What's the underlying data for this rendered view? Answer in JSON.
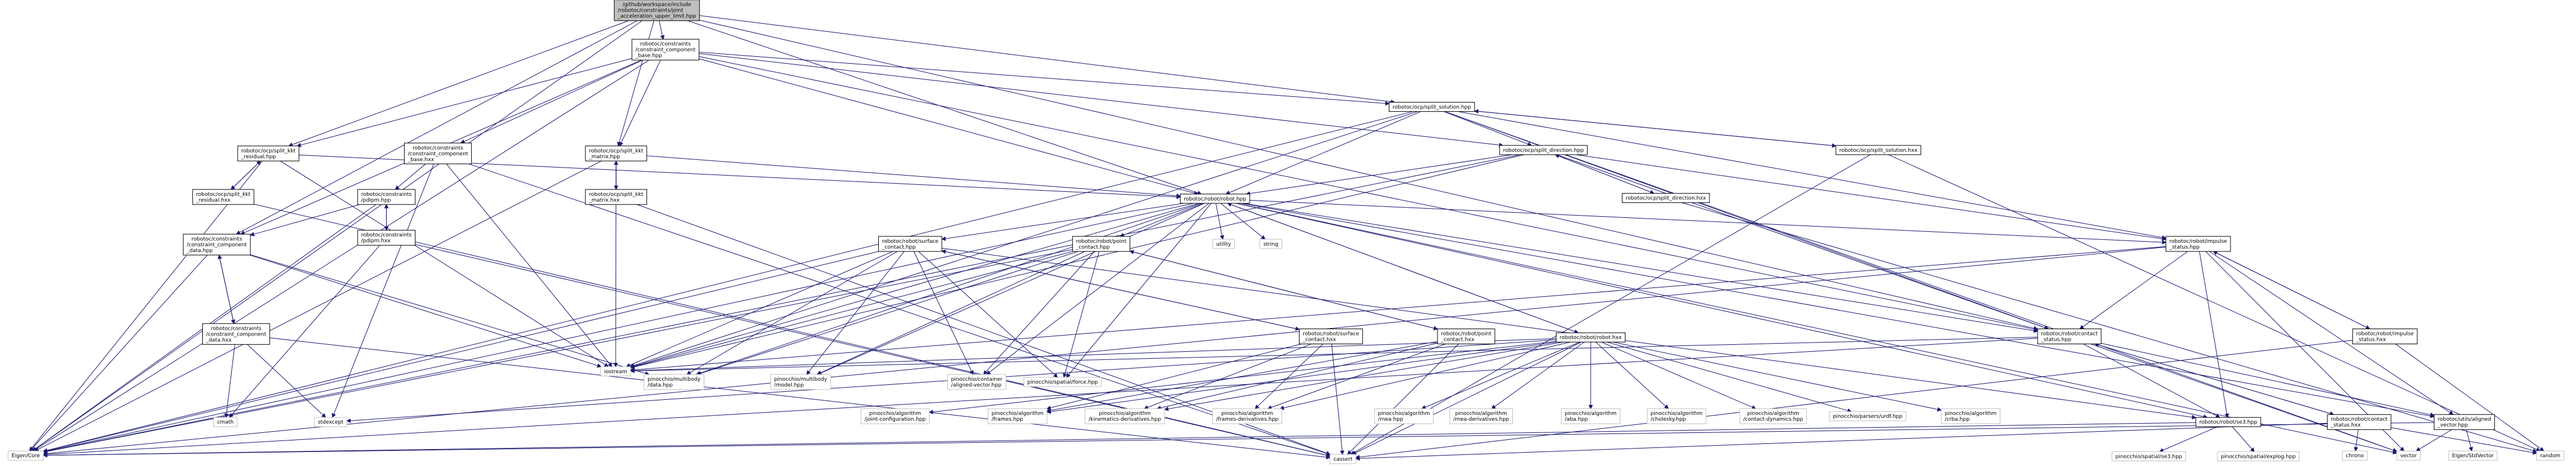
{
  "graph": {
    "colors": {
      "edge": "#191970",
      "box_border": "#000000",
      "box_fill": "#ffffff",
      "root_fill": "#bfbfbf",
      "external_border": "#bfbfbf",
      "external_text": "#404040"
    },
    "nodes": [
      {
        "id": "root",
        "lines": [
          "/github/workspace/include",
          "/robotoc/constraints/joint",
          "_acceleration_upper_limit.hpp"
        ],
        "kind": "root"
      },
      {
        "id": "ccb_hpp",
        "lines": [
          "robotoc/constraints",
          "/constraint_component",
          "_base.hpp"
        ],
        "kind": "local"
      },
      {
        "id": "split_solution_hpp",
        "lines": [
          "robotoc/ocp/split_solution.hpp"
        ],
        "kind": "local"
      },
      {
        "id": "split_solution_hxx",
        "lines": [
          "robotoc/ocp/split_solution.hxx"
        ],
        "kind": "local"
      },
      {
        "id": "split_direction_hpp",
        "lines": [
          "robotoc/ocp/split_direction.hpp"
        ],
        "kind": "local"
      },
      {
        "id": "split_direction_hxx",
        "lines": [
          "robotoc/ocp/split_direction.hxx"
        ],
        "kind": "local"
      },
      {
        "id": "kkt_residual_hpp",
        "lines": [
          "robotoc/ocp/split_kkt",
          "_residual.hpp"
        ],
        "kind": "local"
      },
      {
        "id": "kkt_residual_hxx",
        "lines": [
          "robotoc/ocp/split_kkt",
          "_residual.hxx"
        ],
        "kind": "local"
      },
      {
        "id": "ccb_hxx",
        "lines": [
          "robotoc/constraints",
          "/constraint_component",
          "_base.hxx"
        ],
        "kind": "local"
      },
      {
        "id": "kkt_matrix_hpp",
        "lines": [
          "robotoc/ocp/split_kkt",
          "_matrix.hpp"
        ],
        "kind": "local"
      },
      {
        "id": "kkt_matrix_hxx",
        "lines": [
          "robotoc/ocp/split_kkt",
          "_matrix.hxx"
        ],
        "kind": "local"
      },
      {
        "id": "robot_hpp",
        "lines": [
          "robotoc/robot/robot.hpp"
        ],
        "kind": "local"
      },
      {
        "id": "pdipm_hpp",
        "lines": [
          "robotoc/constraints",
          "/pdipm.hpp"
        ],
        "kind": "local"
      },
      {
        "id": "pdipm_hxx",
        "lines": [
          "robotoc/constraints",
          "/pdipm.hxx"
        ],
        "kind": "local"
      },
      {
        "id": "ccd_hpp",
        "lines": [
          "robotoc/constraints",
          "/constraint_component",
          "_data.hpp"
        ],
        "kind": "local"
      },
      {
        "id": "ccd_hxx",
        "lines": [
          "robotoc/constraints",
          "/constraint_component",
          "_data.hxx"
        ],
        "kind": "local"
      },
      {
        "id": "surface_contact_hpp",
        "lines": [
          "robotoc/robot/surface",
          "_contact.hpp"
        ],
        "kind": "local"
      },
      {
        "id": "point_contact_hpp",
        "lines": [
          "robotoc/robot/point",
          "_contact.hpp"
        ],
        "kind": "local"
      },
      {
        "id": "surface_contact_hxx",
        "lines": [
          "robotoc/robot/surface",
          "_contact.hxx"
        ],
        "kind": "local"
      },
      {
        "id": "point_contact_hxx",
        "lines": [
          "robotoc/robot/point",
          "_contact.hxx"
        ],
        "kind": "local"
      },
      {
        "id": "robot_hxx",
        "lines": [
          "robotoc/robot/robot.hxx"
        ],
        "kind": "local"
      },
      {
        "id": "impulse_status_hpp",
        "lines": [
          "robotoc/robot/impulse",
          "_status.hpp"
        ],
        "kind": "local"
      },
      {
        "id": "impulse_status_hxx",
        "lines": [
          "robotoc/robot/impulse",
          "_status.hxx"
        ],
        "kind": "local"
      },
      {
        "id": "contact_status_hpp",
        "lines": [
          "robotoc/robot/contact",
          "_status.hpp"
        ],
        "kind": "local"
      },
      {
        "id": "contact_status_hxx",
        "lines": [
          "robotoc/robot/contact",
          "_status.hxx"
        ],
        "kind": "local"
      },
      {
        "id": "se3_hpp",
        "lines": [
          "robotoc/robot/se3.hpp"
        ],
        "kind": "local"
      },
      {
        "id": "aligned_vector_hpp",
        "lines": [
          "robotoc/utils/aligned",
          "_vector.hpp"
        ],
        "kind": "local"
      },
      {
        "id": "utility",
        "lines": [
          "utility"
        ],
        "kind": "external"
      },
      {
        "id": "string",
        "lines": [
          "string"
        ],
        "kind": "external"
      },
      {
        "id": "cmath",
        "lines": [
          "cmath"
        ],
        "kind": "external"
      },
      {
        "id": "stdexcept",
        "lines": [
          "stdexcept"
        ],
        "kind": "external"
      },
      {
        "id": "iostream",
        "lines": [
          "iostream"
        ],
        "kind": "external"
      },
      {
        "id": "eigen_core",
        "lines": [
          "Eigen/Core"
        ],
        "kind": "external"
      },
      {
        "id": "cassert",
        "lines": [
          "cassert"
        ],
        "kind": "external"
      },
      {
        "id": "chrono",
        "lines": [
          "chrono"
        ],
        "kind": "external"
      },
      {
        "id": "vector",
        "lines": [
          "vector"
        ],
        "kind": "external"
      },
      {
        "id": "random",
        "lines": [
          "random"
        ],
        "kind": "external"
      },
      {
        "id": "eigen_stdvector",
        "lines": [
          "Eigen/StdVector"
        ],
        "kind": "external"
      },
      {
        "id": "pin_multibody_data",
        "lines": [
          "pinocchio/multibody",
          "/data.hpp"
        ],
        "kind": "external"
      },
      {
        "id": "pin_multibody_model",
        "lines": [
          "pinocchio/multibody",
          "/model.hpp"
        ],
        "kind": "external"
      },
      {
        "id": "pin_aligned_vector",
        "lines": [
          "pinocchio/container",
          "/aligned-vector.hpp"
        ],
        "kind": "external"
      },
      {
        "id": "pin_force",
        "lines": [
          "pinocchio/spatial/force.hpp"
        ],
        "kind": "external"
      },
      {
        "id": "pin_joint_configuration",
        "lines": [
          "pinocchio/algorithm",
          "/joint-configuration.hpp"
        ],
        "kind": "external"
      },
      {
        "id": "pin_frames",
        "lines": [
          "pinocchio/algorithm",
          "/frames.hpp"
        ],
        "kind": "external"
      },
      {
        "id": "pin_kinematics_derivatives",
        "lines": [
          "pinocchio/algorithm",
          "/kinematics-derivatives.hpp"
        ],
        "kind": "external"
      },
      {
        "id": "pin_frames_derivatives",
        "lines": [
          "pinocchio/algorithm",
          "/frames-derivatives.hpp"
        ],
        "kind": "external"
      },
      {
        "id": "pin_rnea",
        "lines": [
          "pinocchio/algorithm",
          "/rnea.hpp"
        ],
        "kind": "external"
      },
      {
        "id": "pin_rnea_derivatives",
        "lines": [
          "pinocchio/algorithm",
          "/rnea-derivatives.hpp"
        ],
        "kind": "external"
      },
      {
        "id": "pin_aba",
        "lines": [
          "pinocchio/algorithm",
          "/aba.hpp"
        ],
        "kind": "external"
      },
      {
        "id": "pin_cholesky",
        "lines": [
          "pinocchio/algorithm",
          "/cholesky.hpp"
        ],
        "kind": "external"
      },
      {
        "id": "pin_contact_dynamics",
        "lines": [
          "pinocchio/algorithm",
          "/contact-dynamics.hpp"
        ],
        "kind": "external"
      },
      {
        "id": "pin_urdf",
        "lines": [
          "pinocchio/parsers/urdf.hpp"
        ],
        "kind": "external"
      },
      {
        "id": "pin_crba",
        "lines": [
          "pinocchio/algorithm",
          "/crba.hpp"
        ],
        "kind": "external"
      },
      {
        "id": "pin_se3",
        "lines": [
          "pinocchio/spatial/se3.hpp"
        ],
        "kind": "external"
      },
      {
        "id": "pin_explog",
        "lines": [
          "pinocchio/spatial/explog.hpp"
        ],
        "kind": "external"
      }
    ],
    "edges": [
      [
        "root",
        "ccb_hpp"
      ],
      [
        "root",
        "split_solution_hpp"
      ],
      [
        "root",
        "kkt_residual_hpp"
      ],
      [
        "root",
        "kkt_matrix_hpp"
      ],
      [
        "root",
        "robot_hpp"
      ],
      [
        "root",
        "ccd_hpp"
      ],
      [
        "root",
        "contact_status_hpp"
      ],
      [
        "root",
        "eigen_core"
      ],
      [
        "ccb_hpp",
        "split_solution_hpp"
      ],
      [
        "ccb_hpp",
        "split_direction_hpp"
      ],
      [
        "ccb_hpp",
        "kkt_residual_hpp"
      ],
      [
        "ccb_hpp",
        "ccb_hxx"
      ],
      [
        "ccb_hpp",
        "kkt_matrix_hpp"
      ],
      [
        "ccb_hpp",
        "robot_hpp"
      ],
      [
        "ccb_hpp",
        "ccd_hpp"
      ],
      [
        "ccb_hpp",
        "contact_status_hpp"
      ],
      [
        "ccb_hpp",
        "eigen_core"
      ],
      [
        "split_solution_hpp",
        "split_solution_hxx"
      ],
      [
        "split_solution_hpp",
        "split_direction_hpp"
      ],
      [
        "split_solution_hpp",
        "robot_hpp"
      ],
      [
        "split_solution_hpp",
        "contact_status_hpp"
      ],
      [
        "split_solution_hpp",
        "impulse_status_hpp"
      ],
      [
        "split_solution_hpp",
        "iostream"
      ],
      [
        "split_solution_hpp",
        "eigen_core"
      ],
      [
        "split_solution_hpp",
        "vector"
      ],
      [
        "split_solution_hxx",
        "split_solution_hpp"
      ],
      [
        "split_solution_hxx",
        "random"
      ],
      [
        "split_solution_hxx",
        "cassert"
      ],
      [
        "split_direction_hpp",
        "split_direction_hxx"
      ],
      [
        "split_direction_hpp",
        "robot_hpp"
      ],
      [
        "split_direction_hpp",
        "contact_status_hpp"
      ],
      [
        "split_direction_hpp",
        "impulse_status_hpp"
      ],
      [
        "split_direction_hpp",
        "iostream"
      ],
      [
        "split_direction_hpp",
        "eigen_core"
      ],
      [
        "split_direction_hxx",
        "split_direction_hpp"
      ],
      [
        "split_direction_hxx",
        "random"
      ],
      [
        "kkt_residual_hpp",
        "kkt_residual_hxx"
      ],
      [
        "kkt_residual_hpp",
        "robot_hpp"
      ],
      [
        "kkt_residual_hpp",
        "iostream"
      ],
      [
        "kkt_residual_hpp",
        "eigen_core"
      ],
      [
        "kkt_residual_hxx",
        "kkt_residual_hpp"
      ],
      [
        "kkt_residual_hxx",
        "cassert"
      ],
      [
        "ccb_hxx",
        "pdipm_hpp"
      ],
      [
        "ccb_hxx",
        "iostream"
      ],
      [
        "ccb_hxx",
        "stdexcept"
      ],
      [
        "ccb_hxx",
        "cassert"
      ],
      [
        "kkt_matrix_hpp",
        "kkt_matrix_hxx"
      ],
      [
        "kkt_matrix_hpp",
        "robot_hpp"
      ],
      [
        "kkt_matrix_hpp",
        "iostream"
      ],
      [
        "kkt_matrix_hpp",
        "eigen_core"
      ],
      [
        "kkt_matrix_hxx",
        "kkt_matrix_hpp"
      ],
      [
        "kkt_matrix_hxx",
        "cassert"
      ],
      [
        "robot_hpp",
        "utility"
      ],
      [
        "robot_hpp",
        "string"
      ],
      [
        "robot_hpp",
        "vector"
      ],
      [
        "robot_hpp",
        "iostream"
      ],
      [
        "robot_hpp",
        "eigen_core"
      ],
      [
        "robot_hpp",
        "surface_contact_hpp"
      ],
      [
        "robot_hpp",
        "point_contact_hpp"
      ],
      [
        "robot_hpp",
        "robot_hxx"
      ],
      [
        "robot_hpp",
        "contact_status_hpp"
      ],
      [
        "robot_hpp",
        "impulse_status_hpp"
      ],
      [
        "robot_hpp",
        "se3_hpp"
      ],
      [
        "robot_hpp",
        "aligned_vector_hpp"
      ],
      [
        "robot_hpp",
        "pin_multibody_data"
      ],
      [
        "robot_hpp",
        "pin_multibody_model"
      ],
      [
        "robot_hpp",
        "pin_aligned_vector"
      ],
      [
        "robot_hpp",
        "pin_force"
      ],
      [
        "pdipm_hpp",
        "ccd_hpp"
      ],
      [
        "pdipm_hpp",
        "pdipm_hxx"
      ],
      [
        "pdipm_hpp",
        "eigen_core"
      ],
      [
        "pdipm_hxx",
        "pdipm_hpp"
      ],
      [
        "pdipm_hxx",
        "cmath"
      ],
      [
        "pdipm_hxx",
        "cassert"
      ],
      [
        "ccd_hpp",
        "ccd_hxx"
      ],
      [
        "ccd_hpp",
        "iostream"
      ],
      [
        "ccd_hpp",
        "eigen_core"
      ],
      [
        "ccd_hpp",
        "pin_multibody_data"
      ],
      [
        "ccd_hxx",
        "ccd_hpp"
      ],
      [
        "ccd_hxx",
        "cmath"
      ],
      [
        "ccd_hxx",
        "stdexcept"
      ],
      [
        "ccd_hxx",
        "cassert"
      ],
      [
        "surface_contact_hpp",
        "surface_contact_hxx"
      ],
      [
        "surface_contact_hpp",
        "se3_hpp"
      ],
      [
        "surface_contact_hpp",
        "iostream"
      ],
      [
        "surface_contact_hpp",
        "eigen_core"
      ],
      [
        "surface_contact_hpp",
        "pin_multibody_data"
      ],
      [
        "surface_contact_hpp",
        "pin_multibody_model"
      ],
      [
        "surface_contact_hpp",
        "pin_aligned_vector"
      ],
      [
        "surface_contact_hpp",
        "pin_force"
      ],
      [
        "point_contact_hpp",
        "point_contact_hxx"
      ],
      [
        "point_contact_hpp",
        "iostream"
      ],
      [
        "point_contact_hpp",
        "eigen_core"
      ],
      [
        "point_contact_hpp",
        "pin_multibody_data"
      ],
      [
        "point_contact_hpp",
        "pin_multibody_model"
      ],
      [
        "point_contact_hpp",
        "pin_aligned_vector"
      ],
      [
        "point_contact_hpp",
        "pin_force"
      ],
      [
        "surface_contact_hxx",
        "surface_contact_hpp"
      ],
      [
        "surface_contact_hxx",
        "cassert"
      ],
      [
        "surface_contact_hxx",
        "pin_frames"
      ],
      [
        "surface_contact_hxx",
        "pin_kinematics_derivatives"
      ],
      [
        "surface_contact_hxx",
        "pin_frames_derivatives"
      ],
      [
        "point_contact_hxx",
        "point_contact_hpp"
      ],
      [
        "point_contact_hxx",
        "cassert"
      ],
      [
        "point_contact_hxx",
        "pin_frames"
      ],
      [
        "point_contact_hxx",
        "pin_kinematics_derivatives"
      ],
      [
        "point_contact_hxx",
        "pin_frames_derivatives"
      ],
      [
        "robot_hxx",
        "robot_hpp"
      ],
      [
        "robot_hxx",
        "cassert"
      ],
      [
        "robot_hxx",
        "pin_joint_configuration"
      ],
      [
        "robot_hxx",
        "pin_frames"
      ],
      [
        "robot_hxx",
        "pin_kinematics_derivatives"
      ],
      [
        "robot_hxx",
        "pin_frames_derivatives"
      ],
      [
        "robot_hxx",
        "pin_rnea"
      ],
      [
        "robot_hxx",
        "pin_rnea_derivatives"
      ],
      [
        "robot_hxx",
        "pin_aba"
      ],
      [
        "robot_hxx",
        "pin_cholesky"
      ],
      [
        "robot_hxx",
        "pin_contact_dynamics"
      ],
      [
        "robot_hxx",
        "pin_urdf"
      ],
      [
        "robot_hxx",
        "pin_crba"
      ],
      [
        "robot_hxx",
        "iostream"
      ],
      [
        "robot_hxx",
        "stdexcept"
      ],
      [
        "impulse_status_hpp",
        "impulse_status_hxx"
      ],
      [
        "impulse_status_hpp",
        "contact_status_hpp"
      ],
      [
        "impulse_status_hpp",
        "se3_hpp"
      ],
      [
        "impulse_status_hpp",
        "aligned_vector_hpp"
      ],
      [
        "impulse_status_hpp",
        "iostream"
      ],
      [
        "impulse_status_hpp",
        "eigen_core"
      ],
      [
        "impulse_status_hpp",
        "vector"
      ],
      [
        "impulse_status_hxx",
        "impulse_status_hpp"
      ],
      [
        "impulse_status_hxx",
        "cassert"
      ],
      [
        "impulse_status_hxx",
        "random"
      ],
      [
        "contact_status_hpp",
        "contact_status_hxx"
      ],
      [
        "contact_status_hpp",
        "se3_hpp"
      ],
      [
        "contact_status_hpp",
        "aligned_vector_hpp"
      ],
      [
        "contact_status_hpp",
        "iostream"
      ],
      [
        "contact_status_hpp",
        "eigen_core"
      ],
      [
        "contact_status_hpp",
        "vector"
      ],
      [
        "contact_status_hxx",
        "contact_status_hpp"
      ],
      [
        "contact_status_hxx",
        "cassert"
      ],
      [
        "contact_status_hxx",
        "chrono"
      ],
      [
        "contact_status_hxx",
        "random"
      ],
      [
        "se3_hpp",
        "pin_se3"
      ],
      [
        "se3_hpp",
        "pin_explog"
      ],
      [
        "se3_hpp",
        "eigen_core"
      ],
      [
        "aligned_vector_hpp",
        "vector"
      ],
      [
        "aligned_vector_hpp",
        "eigen_core"
      ],
      [
        "aligned_vector_hpp",
        "eigen_stdvector"
      ]
    ]
  }
}
